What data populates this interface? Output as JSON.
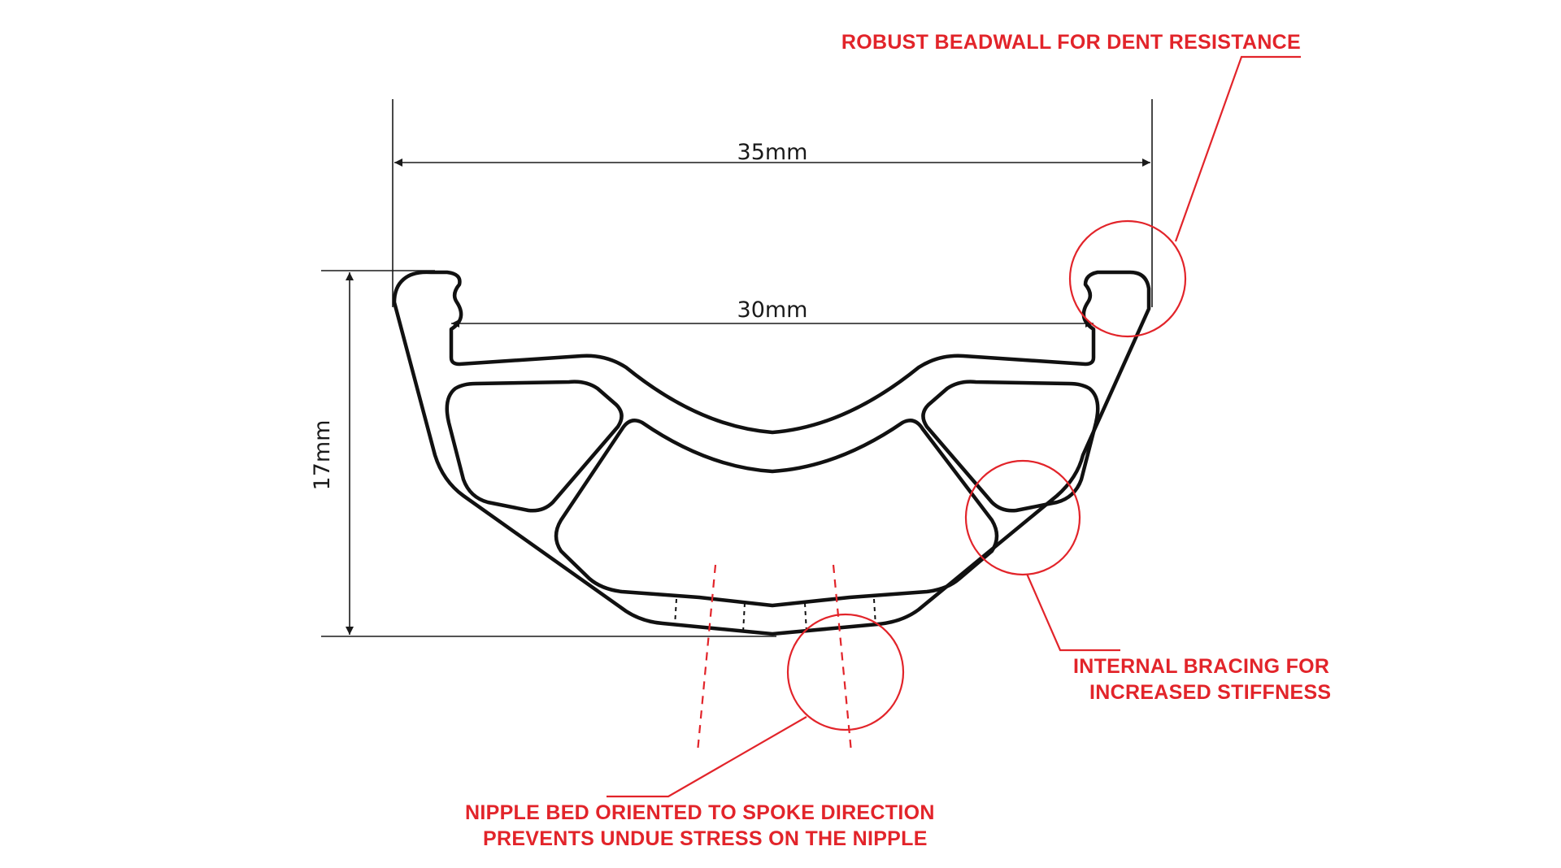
{
  "dimensions": {
    "outer_width": "35mm",
    "inner_width": "30mm",
    "height": "17mm"
  },
  "callouts": {
    "beadwall": "ROBUST BEADWALL FOR DENT RESISTANCE",
    "bracing_line1": "INTERNAL BRACING FOR",
    "bracing_line2": "INCREASED STIFFNESS",
    "nipple_line1": "NIPPLE BED ORIENTED TO SPOKE DIRECTION",
    "nipple_line2": "PREVENTS UNDUE STRESS ON THE NIPPLE"
  },
  "colors": {
    "callout": "#e2242a",
    "outline": "#111111"
  }
}
